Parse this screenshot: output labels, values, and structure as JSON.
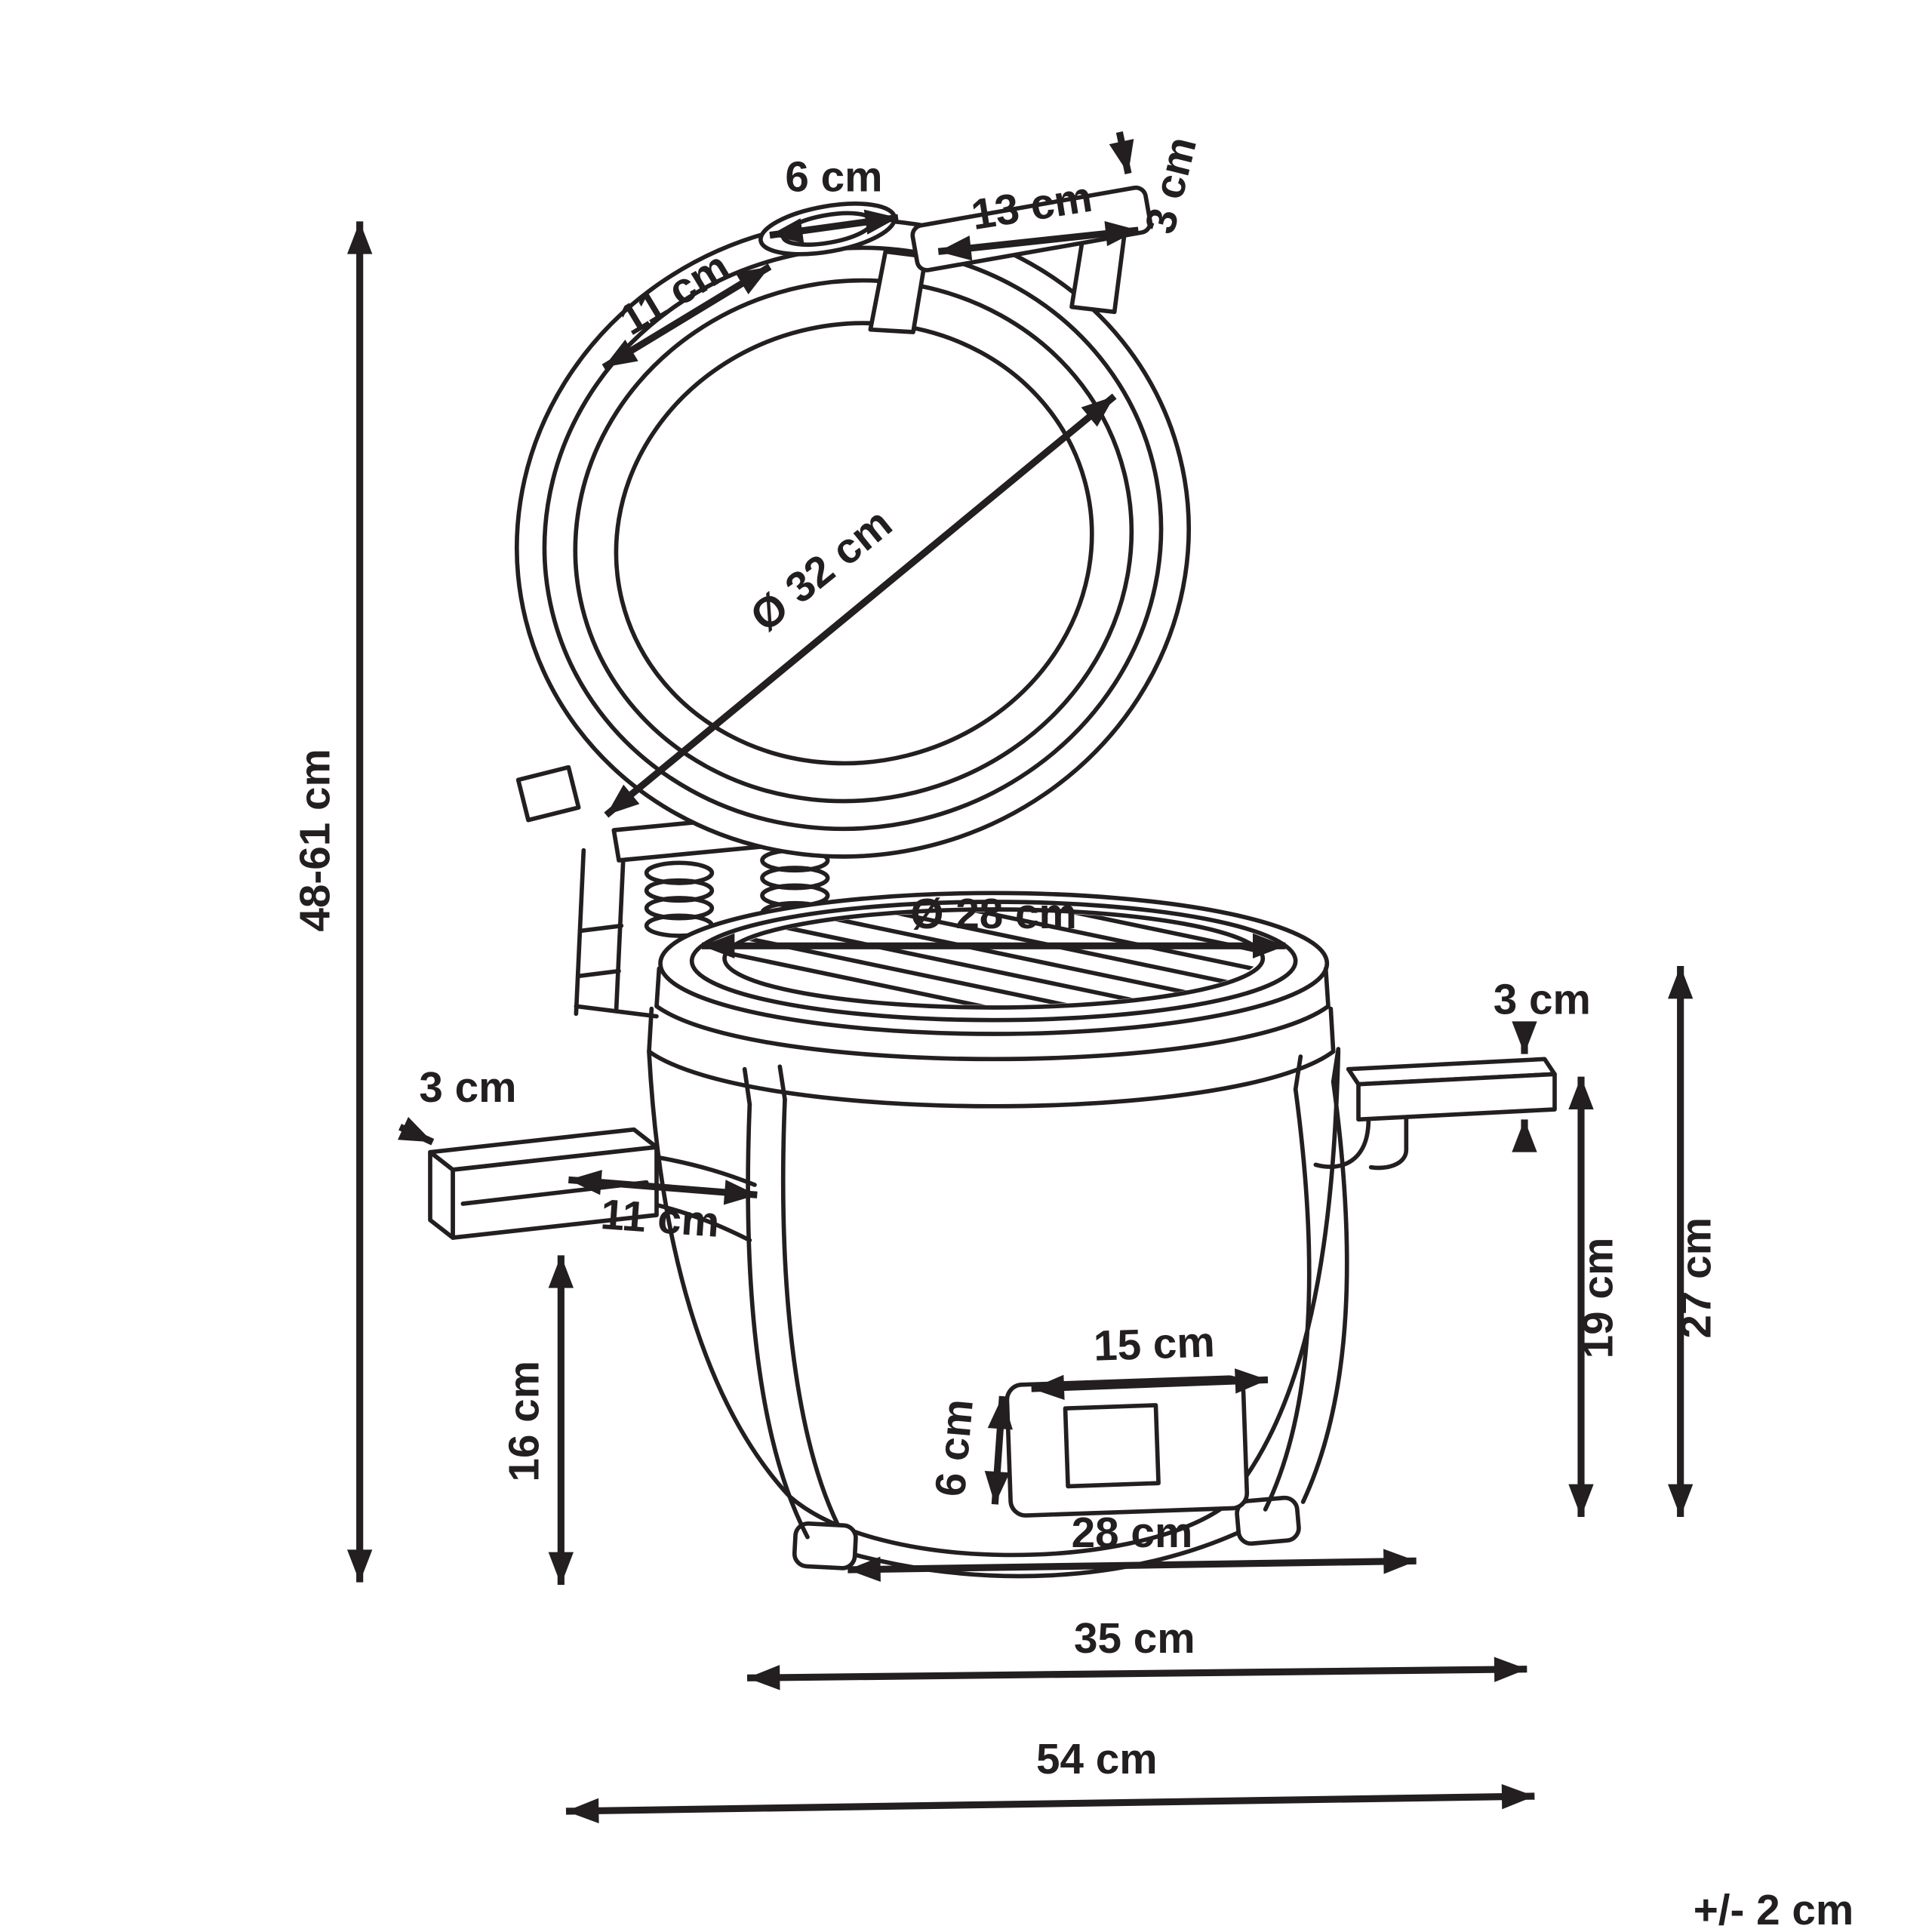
{
  "diagram": {
    "type": "product-dimension-diagram",
    "product": "mini-kamado-grill-open-lid",
    "tolerance_note": "+/- 2 cm",
    "line_color": "#231f20",
    "background_color": "#ffffff",
    "labels": {
      "overall_height": "48-61 cm",
      "lid_vent_width": "6 cm",
      "lid_top_depth": "11 cm",
      "lid_handle_length": "13 cm",
      "lid_handle_thickness": "3 cm",
      "lid_diameter": "Ø 32 cm",
      "opening_diameter": "Ø 28 cm",
      "right_shelf_thickness": "3 cm",
      "body_height": "19 cm",
      "total_side_height": "27 cm",
      "left_shelf_thickness": "3 cm",
      "left_shelf_length": "11 cm",
      "left_shelf_height": "16 cm",
      "vent_width": "15 cm",
      "vent_height": "6 cm",
      "base_width": "28 cm",
      "body_width": "35 cm",
      "overall_width": "54 cm"
    }
  }
}
